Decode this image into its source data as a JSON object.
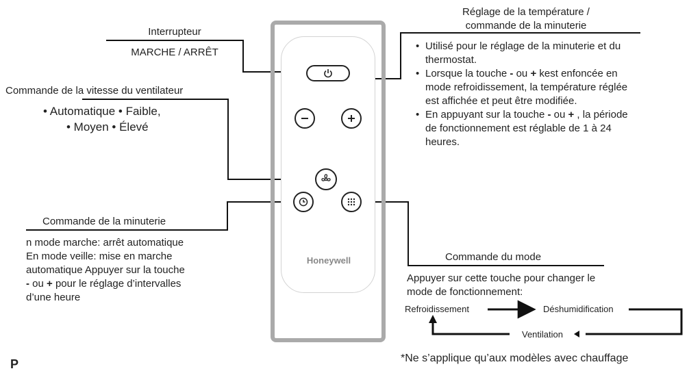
{
  "power_callout": {
    "title": "Interrupteur",
    "subtitle": "MARCHE / ARRÊT"
  },
  "fan_callout": {
    "title": "Commande de la vitesse du ventilateur",
    "line1": "• Automatique • Faible,",
    "line2": "• Moyen • Élevé"
  },
  "temp_callout": {
    "title_line1": "Réglage de la température /",
    "title_line2": "commande de la minuterie",
    "bullet1_a": "Utilisé pour le réglage de la minuterie et du",
    "bullet1_b": "thermostat.",
    "bullet2_a_pre": "Lorsque la touche ",
    "bullet2_a_minus": "-",
    "bullet2_a_mid": " ou ",
    "bullet2_a_plus": "+",
    "bullet2_a_post": " kest enfoncée en",
    "bullet2_b": "mode refroidissement, la température réglée",
    "bullet2_c": "est affichée et peut être modifiée.",
    "bullet3_a_pre": "En appuyant sur la touche ",
    "bullet3_a_minus": "-",
    "bullet3_a_mid": " ou ",
    "bullet3_a_plus": "+",
    "bullet3_a_post": " , la période",
    "bullet3_b": "de fonctionnement est réglable de 1 à 24",
    "bullet3_c": "heures."
  },
  "timer_callout": {
    "title": "Commande de la minuterie",
    "line1": "n mode marche: arrêt automatique",
    "line2": "En mode veille: mise en marche",
    "line3": "automatique Appuyer sur la touche",
    "line4_minus": "-",
    "line4_mid": " ou ",
    "line4_plus": "+",
    "line4_post": " pour le réglage d’intervalles",
    "line5": "d’une heure"
  },
  "mode_callout": {
    "title": "Commande du mode",
    "line1": "Appuyer sur cette touche pour changer le",
    "line2": "mode de fonctionnement:",
    "flow_cool": "Refroidissement",
    "flow_dehum": "Déshumidification",
    "flow_vent": "Ventilation"
  },
  "remote": {
    "brand": "Honeywell"
  },
  "footnote": "*Ne s’applique qu’aux modèles avec chauffage",
  "cut_text": "P"
}
